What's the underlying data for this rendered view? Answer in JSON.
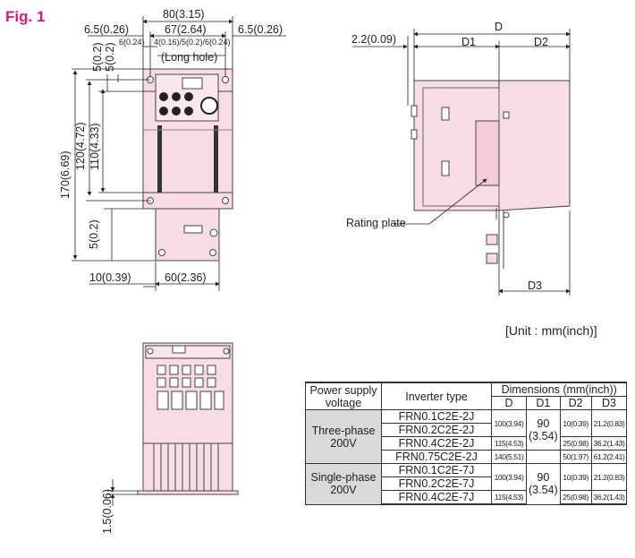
{
  "figure_label": "Fig. 1",
  "unit_note": "[Unit : mm(inch)]",
  "front_view": {
    "dims": {
      "overall_width": "80(3.15)",
      "mount_width": "67(2.64)",
      "left_margin": "6.5(0.26)",
      "right_margin": "6.5(0.26)",
      "slot_width": "6(0.24)",
      "hole_dims": "4(0.16)/5(0.2)/6(0.24)",
      "long_hole": "(Long hole)",
      "top_edge_1": "5(0.2)",
      "top_edge_2": "5(0.2)",
      "overall_height": "170(6.69)",
      "mount_height": "120(4.72)",
      "body_height": "110(4.33)",
      "bottom_edge": "5(0.2)",
      "bottom_left": "10(0.39)",
      "bottom_width": "60(2.36)"
    }
  },
  "side_view": {
    "dims": {
      "total_depth": "D",
      "offset": "2.2(0.09)",
      "d1": "D1",
      "d2": "D2",
      "d3": "D3"
    },
    "rating_plate": "Rating plate"
  },
  "bottom_view": {
    "dims": {
      "foot": "1.5(0.06)"
    }
  },
  "table": {
    "header": {
      "power_supply": [
        "Power supply",
        "voltage"
      ],
      "inverter_type": "Inverter type",
      "dimensions": "Dimensions (mm(inch))",
      "cols": [
        "D",
        "D1",
        "D2",
        "D3"
      ]
    },
    "groups": [
      {
        "voltage": [
          "Three-phase",
          "200V"
        ],
        "rows": [
          {
            "type": "FRN0.1C2E-2J",
            "d": "100(3.94)",
            "d2": "10(0.39)",
            "d3": "21.2(0.83)"
          },
          {
            "type": "FRN0.2C2E-2J"
          },
          {
            "type": "FRN0.4C2E-2J",
            "d": "115(4.53)",
            "d2": "25(0.98)",
            "d3": "36.2(1.43)"
          },
          {
            "type": "FRN0.75C2E-2J",
            "d": "140(5.51)",
            "d2": "50(1.97)",
            "d3": "61.2(2.41)"
          }
        ],
        "d1": [
          "90",
          "(3.54)"
        ]
      },
      {
        "voltage": [
          "Single-phase",
          "200V"
        ],
        "rows": [
          {
            "type": "FRN0.1C2E-7J",
            "d": "100(3.94)",
            "d2": "10(0.39)",
            "d3": "21.2(0.83)"
          },
          {
            "type": "FRN0.2C2E-7J"
          },
          {
            "type": "FRN0.4C2E-7J",
            "d": "115(4.53)",
            "d2": "25(0.98)",
            "d3": "36.2(1.43)"
          }
        ],
        "d1": [
          "90",
          "(3.54)"
        ]
      }
    ]
  },
  "colors": {
    "body_fill": "#f7dbe6",
    "table_group_fill": "#d9d9d9",
    "accent": "#e0157a"
  }
}
